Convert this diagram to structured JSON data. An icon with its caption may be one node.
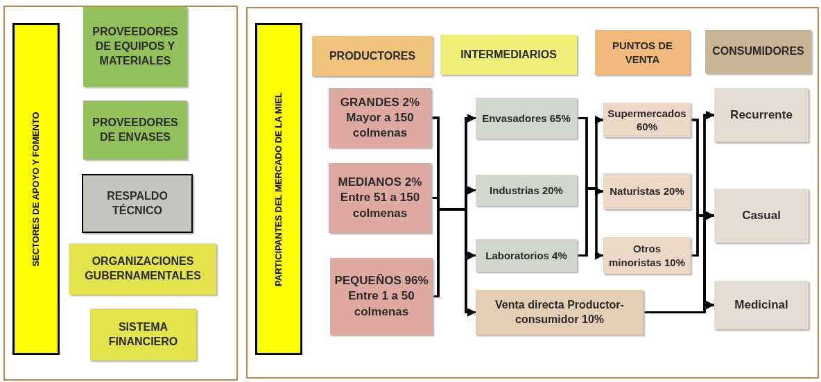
{
  "diagram": {
    "nodes": [
      {
        "text": [
          "SECTORES DE APOYO Y FOMENTO"
        ]
      },
      {
        "text": [
          "PROVEEDORES DE EQUIPOS Y MATERIALES"
        ]
      },
      {
        "text": [
          "PROVEEDORES DE ENVASES"
        ]
      },
      {
        "text": [
          "RESPALDO TÉCNICO"
        ]
      },
      {
        "text": [
          "ORGANIZACIONES GUBERNAMENTALES"
        ]
      },
      {
        "text": [
          "SISTEMA FINANCIERO"
        ]
      },
      {
        "text": [
          "PARTICIPANTES DEL MERCADO DE LA MIEL"
        ]
      },
      {
        "text": [
          "PRODUCTORES"
        ]
      },
      {
        "text": [
          "INTERMEDIARIOS"
        ]
      },
      {
        "text": [
          "PUNTOS DE VENTA"
        ]
      },
      {
        "text": [
          "CONSUMIDORES"
        ]
      },
      {
        "text": [
          "GRANDES 2% Mayor a 150 colmenas"
        ]
      },
      {
        "text": [
          "MEDIANOS 2% Entre 51 a 150 colmenas"
        ]
      },
      {
        "text": [
          "PEQUEÑOS 96% Entre 1 a 50 colmenas"
        ]
      },
      {
        "text": [
          "Envasadores 65%"
        ]
      },
      {
        "text": [
          "Industrias 20%"
        ]
      },
      {
        "text": [
          "Laboratorios 4%"
        ]
      },
      {
        "text": [
          "Venta directa Productor-consumidor 10%"
        ]
      },
      {
        "text": [
          "Supermercados 60%"
        ]
      },
      {
        "text": [
          "Naturistas 20%"
        ]
      },
      {
        "text": [
          "Otros minoristas 10%"
        ]
      },
      {
        "text": [
          "Recurrente"
        ]
      },
      {
        "text": [
          "Casual"
        ]
      },
      {
        "text": [
          "Medicinal"
        ]
      }
    ],
    "edges": [
      {
        "from": 11,
        "to": 14,
        "arrow": "to"
      },
      {
        "from": 11,
        "to": 15,
        "arrow": "to"
      },
      {
        "from": 11,
        "to": 16,
        "arrow": "to"
      },
      {
        "from": 11,
        "to": 17,
        "arrow": "to"
      },
      {
        "from": 12,
        "to": 14,
        "arrow": "to"
      },
      {
        "from": 12,
        "to": 15,
        "arrow": "to"
      },
      {
        "from": 12,
        "to": 16,
        "arrow": "to"
      },
      {
        "from": 12,
        "to": 17,
        "arrow": "to"
      },
      {
        "from": 13,
        "to": 14,
        "arrow": "to"
      },
      {
        "from": 13,
        "to": 15,
        "arrow": "to"
      },
      {
        "from": 13,
        "to": 16,
        "arrow": "to"
      },
      {
        "from": 13,
        "to": 17,
        "arrow": "to"
      },
      {
        "from": 14,
        "to": 18,
        "arrow": "to"
      },
      {
        "from": 14,
        "to": 19,
        "arrow": "to"
      },
      {
        "from": 14,
        "to": 20,
        "arrow": "to"
      },
      {
        "from": 16,
        "to": 18,
        "arrow": "to"
      },
      {
        "from": 16,
        "to": 19,
        "arrow": "to"
      },
      {
        "from": 16,
        "to": 20,
        "arrow": "to"
      },
      {
        "from": 18,
        "to": 21,
        "arrow": "to"
      },
      {
        "from": 18,
        "to": 22,
        "arrow": "to"
      },
      {
        "from": 18,
        "to": 23,
        "arrow": "to"
      },
      {
        "from": 20,
        "to": 21,
        "arrow": "to"
      },
      {
        "from": 20,
        "to": 22,
        "arrow": "to"
      },
      {
        "from": 20,
        "to": 23,
        "arrow": "to"
      },
      {
        "from": 17,
        "to": 21,
        "arrow": "to"
      },
      {
        "from": 17,
        "to": 22,
        "arrow": "to"
      },
      {
        "from": 17,
        "to": 23,
        "arrow": "to"
      }
    ]
  }
}
